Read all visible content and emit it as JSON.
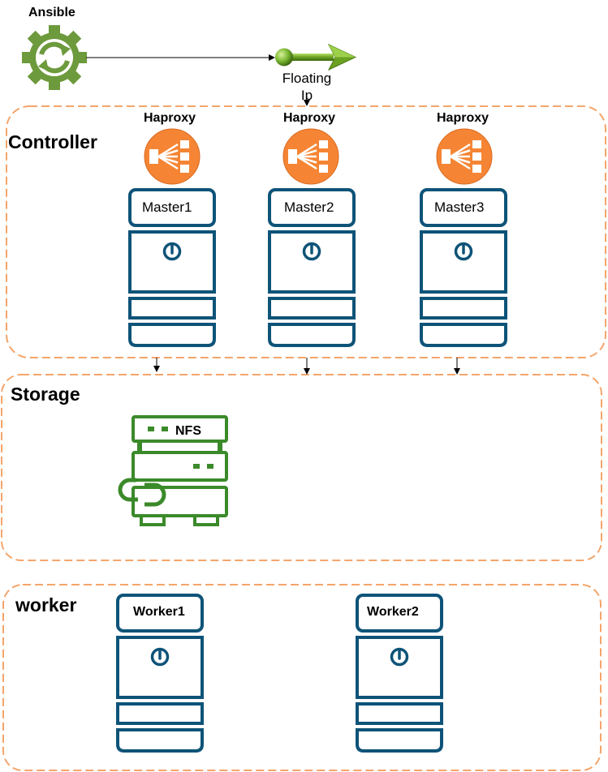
{
  "ansible": {
    "label": "Ansible"
  },
  "floating_ip": {
    "label_line1": "Floating",
    "label_line2": "Ip"
  },
  "groups": {
    "controller": {
      "label": "Controller"
    },
    "storage": {
      "label": "Storage"
    },
    "worker": {
      "label": "worker"
    }
  },
  "haproxy": [
    "Haproxy",
    "Haproxy",
    "Haproxy"
  ],
  "masters": [
    "Master1",
    "Master2",
    "Master3"
  ],
  "nfs": {
    "label": "NFS"
  },
  "workers": [
    "Worker1",
    "Worker2"
  ],
  "colors": {
    "group_border": "#f4a56b",
    "server": "#0e5378",
    "haproxy": "#f58534",
    "ansible": "#6d9a3c",
    "nfs": "#3b8a2a",
    "arrow_green": "#6aa121"
  },
  "icons": {
    "ansible": "ansible-gear-icon",
    "haproxy": "load-balancer-icon",
    "server": "server-tower-icon",
    "nfs": "nfs-storage-icon",
    "floating_ip": "green-arrow-icon"
  }
}
